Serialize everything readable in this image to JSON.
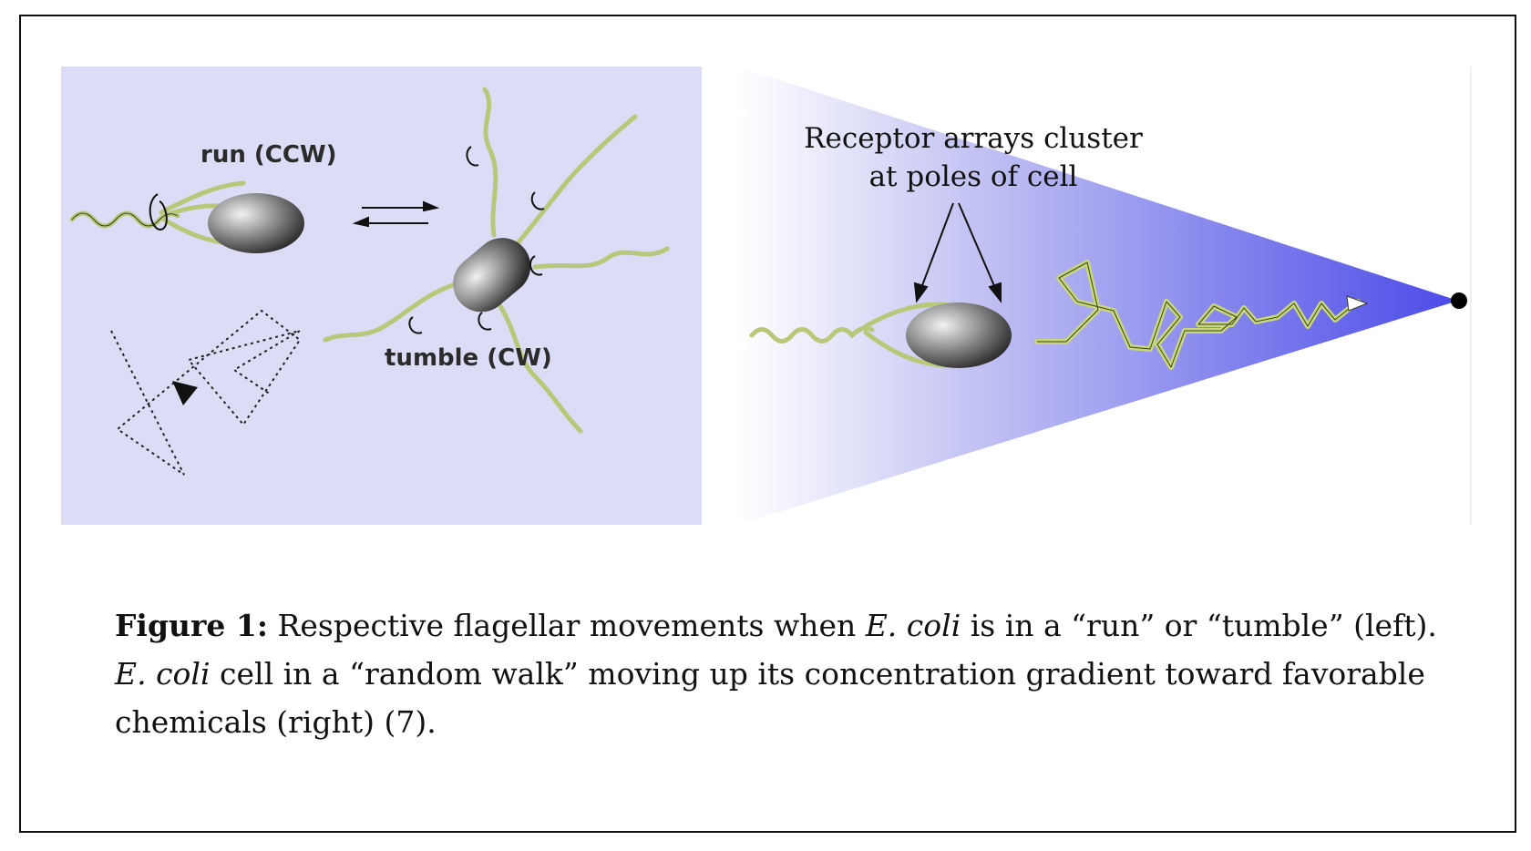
{
  "diagram": {
    "left_panel": {
      "run_label": "run (CCW)",
      "tumble_label": "tumble (CW)",
      "background": "#dcdcf6"
    },
    "right_panel": {
      "annotation_line1": "Receptor arrays cluster",
      "annotation_line2": "at poles of cell",
      "gradient_color": "#4b4be8"
    },
    "flagella_color": "#b8c878",
    "cell_color": "#6e6e6e"
  },
  "caption": {
    "figure_label": "Figure 1:",
    "text_1": " Respective flagellar movements when ",
    "ecoli_1": "E. coli",
    "text_2": " is in a “run” or “tumble” (left).",
    "ecoli_2": "E. coli",
    "text_3": " cell in a “random walk” moving up its concentration gradient toward favorable chemicals (right) (7)."
  }
}
